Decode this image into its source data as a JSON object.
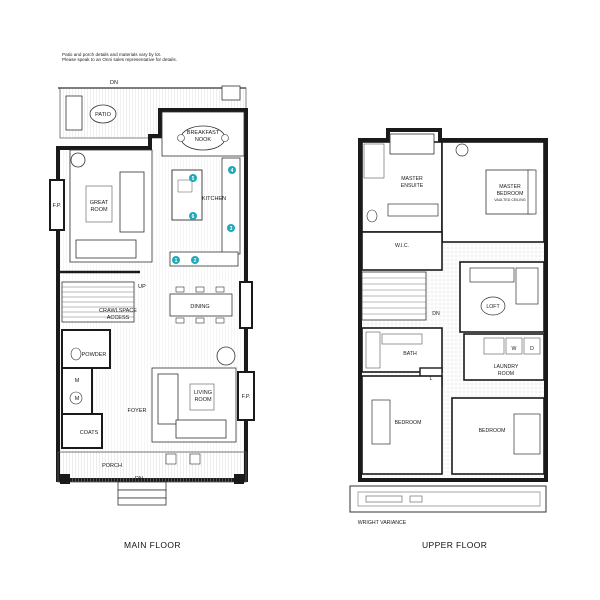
{
  "note": {
    "line1": "Patio and porch details and materials vary by lot.",
    "line2": "Please speak to an Onni sales representative for details."
  },
  "main_floor": {
    "caption": "MAIN FLOOR",
    "rooms": {
      "dn_top": "DN",
      "patio": "PATIO",
      "breakfast_nook_1": "BREAKFAST",
      "breakfast_nook_2": "NOOK",
      "great_room_1": "GREAT",
      "great_room_2": "ROOM",
      "fireplace_left": "F.P.",
      "kitchen": "KITCHEN",
      "up": "UP",
      "crawlspace_1": "CRAWLSPACE",
      "crawlspace_2": "ACCESS",
      "dining": "DINING",
      "powder": "POWDER",
      "m_top": "M",
      "m_bottom": "M",
      "living_room_1": "LIVING",
      "living_room_2": "ROOM",
      "fireplace_right": "F.P.",
      "foyer": "FOYER",
      "coats": "COATS",
      "porch": "PORCH",
      "dn_bottom": "DN"
    },
    "markers": [
      "1",
      "2",
      "3",
      "4",
      "5",
      "6"
    ],
    "marker_color": "#1fa9b8"
  },
  "upper_floor": {
    "caption": "UPPER FLOOR",
    "rooms": {
      "master_ensuite_1": "MASTER",
      "master_ensuite_2": "ENSUITE",
      "master_bedroom_1": "MASTER",
      "master_bedroom_2": "BEDROOM",
      "master_bedroom_3": "VAULTED CEILING",
      "wic": "W.I.C.",
      "loft": "LOFT",
      "dn": "DN",
      "bath": "BATH",
      "w": "W",
      "d": "D",
      "laundry_1": "LAUNDRY",
      "laundry_2": "ROOM",
      "l": "L",
      "bedroom_left": "BEDROOM",
      "bedroom_right": "BEDROOM",
      "wright_variance": "WRIGHT VARIANCE"
    }
  },
  "colors": {
    "wall": "#1a1a1a",
    "line": "#555555",
    "accent": "#1fa9b8"
  }
}
